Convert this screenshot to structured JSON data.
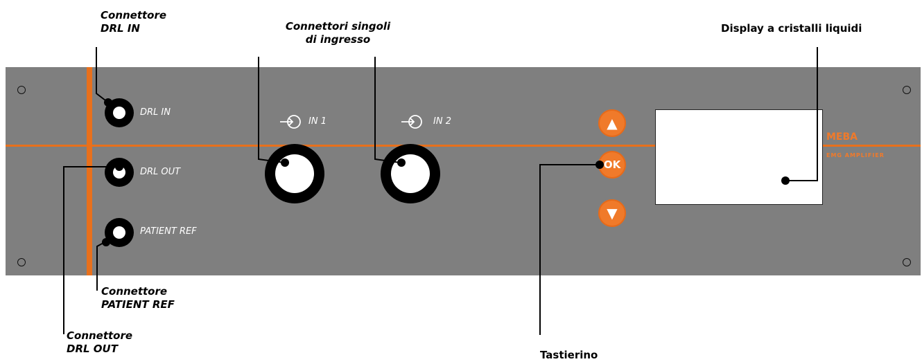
{
  "panel": {
    "labels": {
      "drl_in": "DRL IN",
      "drl_out": "DRL OUT",
      "patient_ref": "PATIENT REF",
      "in1": "IN 1",
      "in2": "IN 2"
    },
    "buttons": {
      "up": "▲",
      "ok": "OK",
      "down": "▼"
    },
    "brand": {
      "name": "MEBA",
      "subtitle": "EMG AMPLIFIER"
    }
  },
  "callouts": {
    "drl_in": {
      "line1": "Connettore",
      "line2": "DRL IN"
    },
    "inputs": {
      "line1": "Connettori singoli",
      "line2": "di ingresso"
    },
    "display": "Display a cristalli liquidi",
    "patient_ref": {
      "line1": "Connettore",
      "line2": "PATIENT REF"
    },
    "drl_out": {
      "line1": "Connettore",
      "line2": "DRL OUT"
    },
    "keypad": "Tastierino"
  },
  "colors": {
    "panel": "#7f7f7f",
    "accent": "#e8701c",
    "button": "#f07a2a"
  },
  "icons": {
    "input": "input-arrow-icon",
    "screw": "screw-hole-icon"
  }
}
